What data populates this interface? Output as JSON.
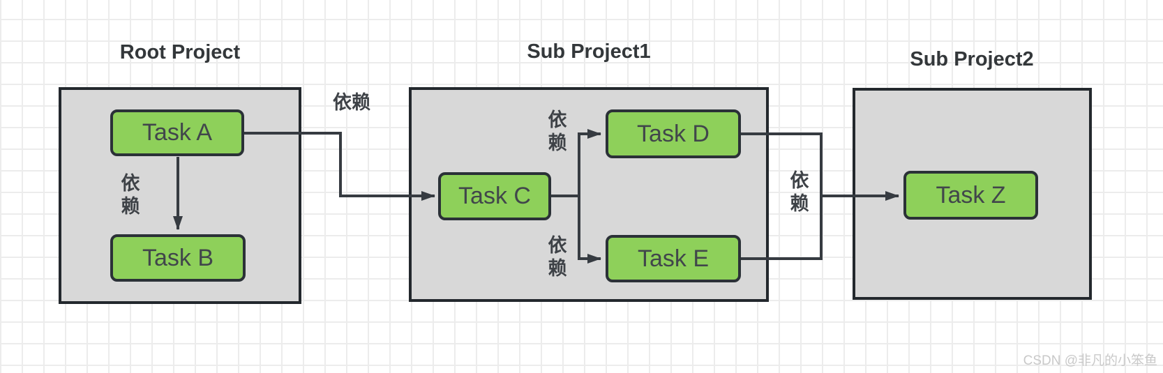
{
  "diagram": {
    "groups": [
      {
        "title": "Root Project",
        "tasks": [
          {
            "label": "Task A"
          },
          {
            "label": "Task B"
          }
        ]
      },
      {
        "title": "Sub Project1",
        "tasks": [
          {
            "label": "Task C"
          },
          {
            "label": "Task D"
          },
          {
            "label": "Task E"
          }
        ]
      },
      {
        "title": "Sub Project2",
        "tasks": [
          {
            "label": "Task Z"
          }
        ]
      }
    ],
    "edges": [
      {
        "from": "Task A",
        "to": "Task B",
        "label": "依赖"
      },
      {
        "from": "Task A",
        "to": "Task C",
        "label": "依赖"
      },
      {
        "from": "Task C",
        "to": "Task D",
        "label": "依赖"
      },
      {
        "from": "Task C",
        "to": "Task E",
        "label": "依赖"
      },
      {
        "from": "Task D, Task E",
        "to": "Task Z",
        "label": "依赖"
      }
    ]
  },
  "watermark": "CSDN @非凡的小笨鱼",
  "colors": {
    "task_fill": "#8ed05a",
    "task_border": "#2b3137",
    "group_fill": "#d8d8d8",
    "group_border": "#23282d",
    "edge_line": "#363b41",
    "title_text": "#33373a",
    "task_text": "#41464b",
    "label_text": "#3e4247",
    "watermark_text": "#c9c9c9",
    "grid_line": "#ececec"
  }
}
